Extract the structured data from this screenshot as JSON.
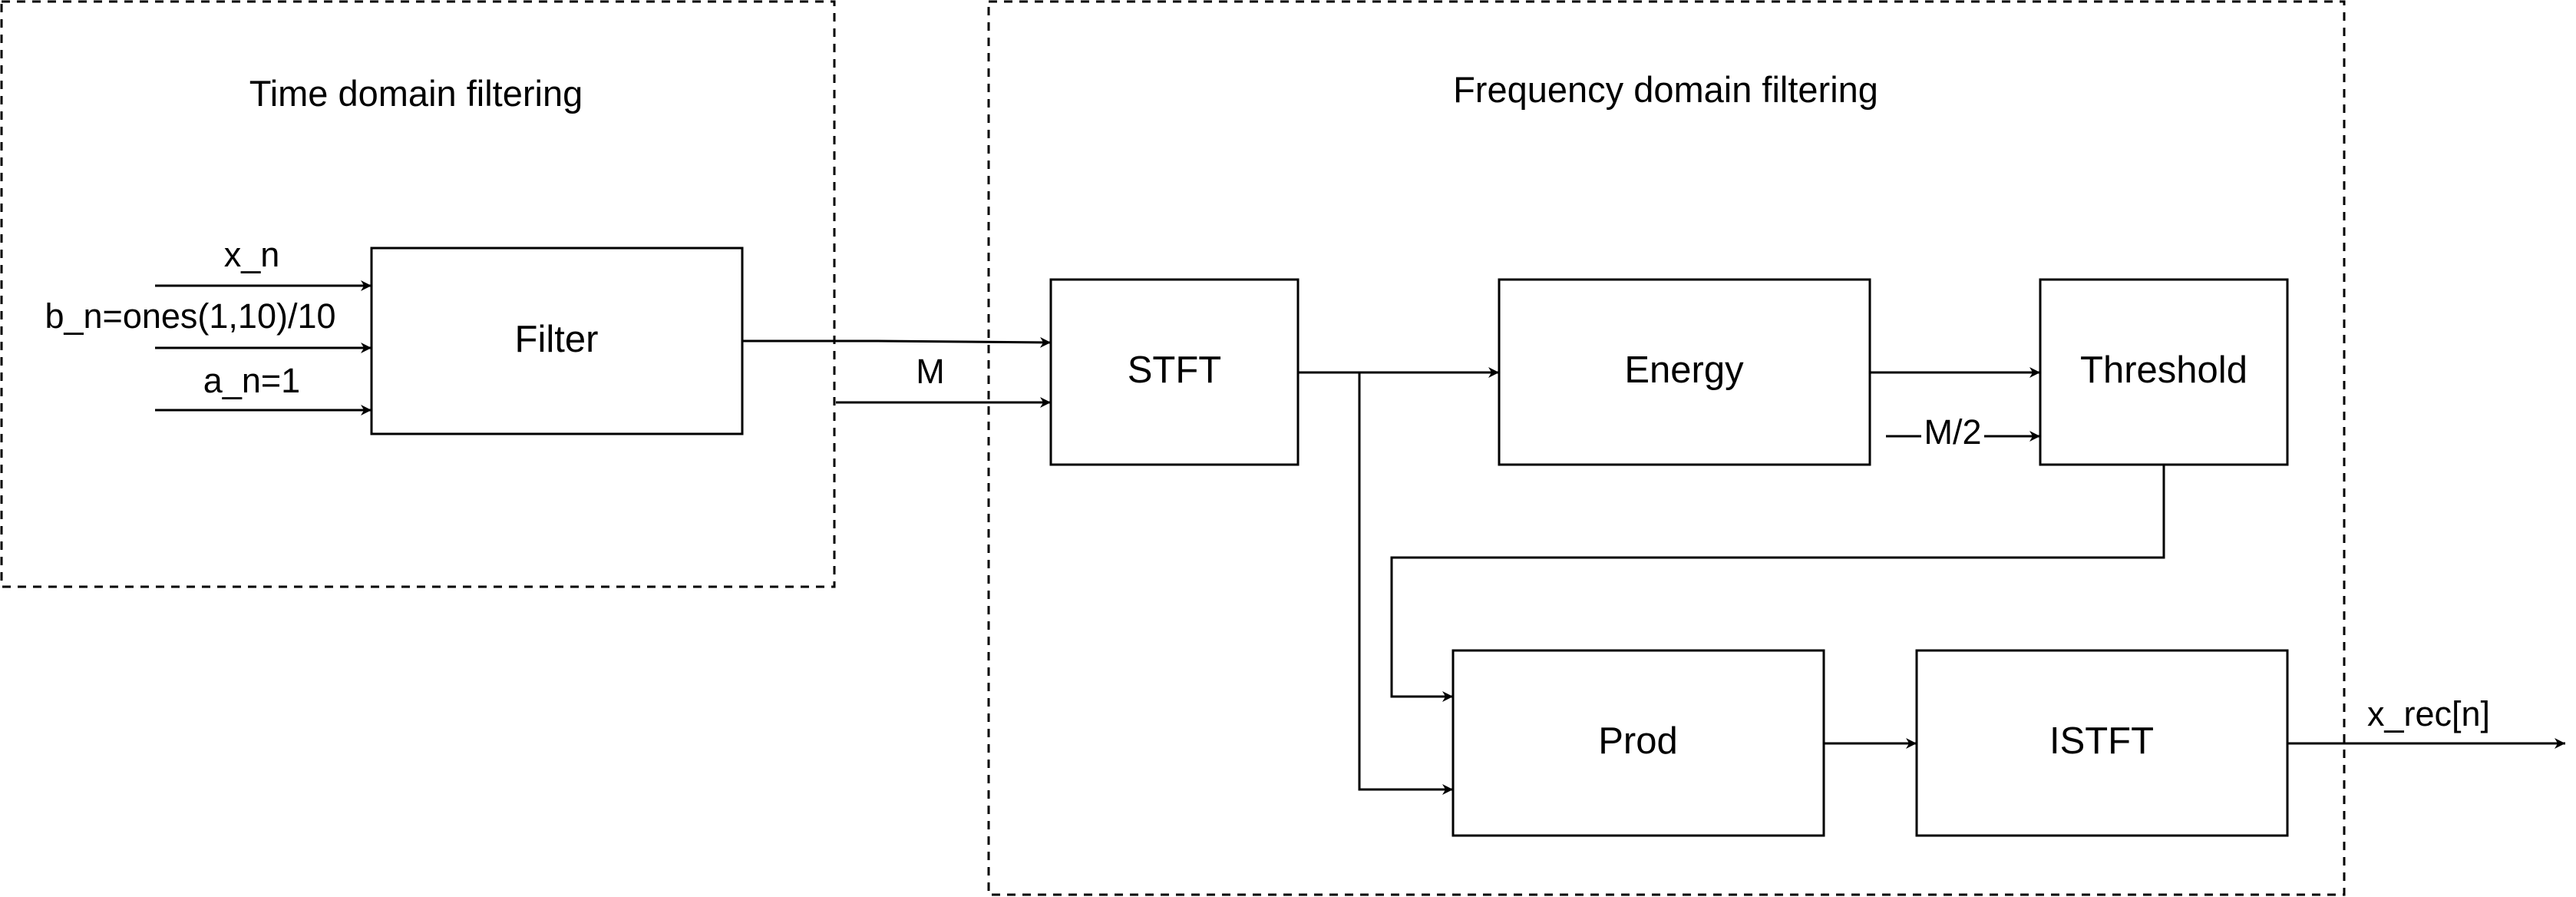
{
  "groups": {
    "time_domain": {
      "title": "Time domain filtering"
    },
    "frequency_domain": {
      "title": "Frequency domain filtering"
    }
  },
  "inputs": {
    "x_n": "x_n",
    "b_n": "b_n=ones(1,10)/10",
    "a_n": "a_n=1",
    "m": "M",
    "m_half": "M/2"
  },
  "blocks": {
    "filter": "Filter",
    "stft": "STFT",
    "energy": "Energy",
    "threshold": "Threshold",
    "prod": "Prod",
    "istft": "ISTFT"
  },
  "outputs": {
    "x_rec": "x_rec[n]"
  },
  "colors": {
    "stroke": "#000000",
    "background": "#ffffff"
  }
}
